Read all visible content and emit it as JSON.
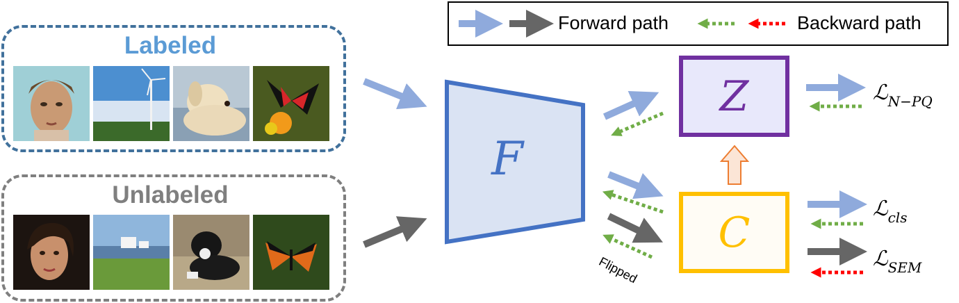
{
  "legend": {
    "forward_label": "Forward path",
    "backward_label": "Backward path"
  },
  "groups": {
    "labeled": {
      "title": "Labeled"
    },
    "unlabeled": {
      "title": "Unlabeled"
    }
  },
  "modules": {
    "f": {
      "label": "F"
    },
    "z": {
      "label": "Z"
    },
    "c": {
      "label": "C"
    }
  },
  "losses": {
    "npq": {
      "script": "ℒ",
      "sub": "N−PQ"
    },
    "cls": {
      "script": "ℒ",
      "sub": "cls"
    },
    "sem": {
      "script": "ℒ",
      "sub": "SEM"
    }
  },
  "annotations": {
    "flipped": "Flipped"
  },
  "colors": {
    "forward_light": "#8faadc",
    "forward_dark": "#666666",
    "backward_green": "#70ad47",
    "backward_red": "#ff0000",
    "labeled_accent": "#5b9bd5",
    "labeled_border": "#41719c",
    "unlabeled_accent": "#7f7f7f",
    "f_fill": "#dae3f3",
    "f_border": "#4472c4",
    "z_fill": "#e8e8fb",
    "z_border": "#7030a0",
    "c_fill": "#fffcf5",
    "c_border": "#ffc000",
    "up_arrow": "#ed7d31"
  }
}
